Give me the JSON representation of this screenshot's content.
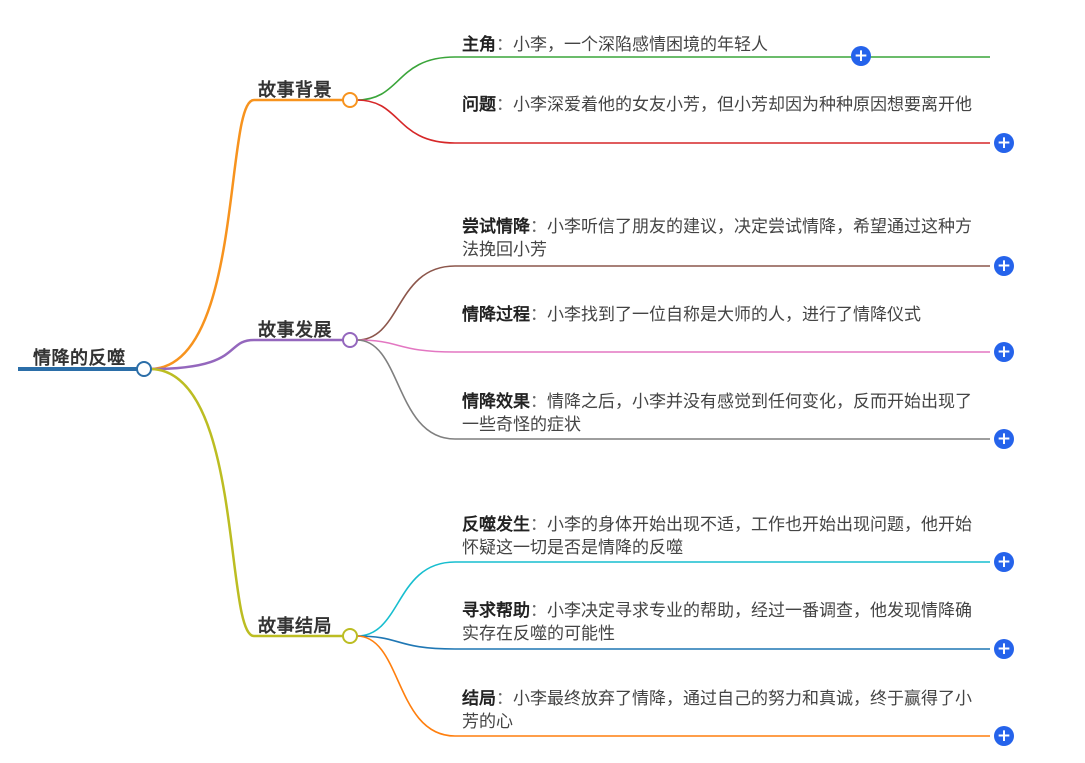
{
  "root": {
    "label": "情降的反噬"
  },
  "branches": [
    {
      "label": "故事背景",
      "color": "#f7931e",
      "leaves": [
        {
          "title": "主角",
          "text": "小李，一个深陷感情困境的年轻人",
          "color": "#3aa53a"
        },
        {
          "title": "问题",
          "text": "小李深爱着他的女友小芳，但小芳却因为种种原因想要离开他",
          "color": "#d62728"
        }
      ]
    },
    {
      "label": "故事发展",
      "color": "#9467bd",
      "leaves": [
        {
          "title": "尝试情降",
          "text": "小李听信了朋友的建议，决定尝试情降，希望通过这种方法挽回小芳",
          "color": "#8c564b"
        },
        {
          "title": "情降过程",
          "text": "小李找到了一位自称是大师的人，进行了情降仪式",
          "color": "#e377c2"
        },
        {
          "title": "情降效果",
          "text": "情降之后，小李并没有感觉到任何变化，反而开始出现了一些奇怪的症状",
          "color": "#7f7f7f"
        }
      ]
    },
    {
      "label": "故事结局",
      "color": "#bcbd22",
      "leaves": [
        {
          "title": "反噬发生",
          "text": "小李的身体开始出现不适，工作也开始出现问题，他开始怀疑这一切是否是情降的反噬",
          "color": "#17becf"
        },
        {
          "title": "寻求帮助",
          "text": "小李决定寻求专业的帮助，经过一番调查，他发现情降确实存在反噬的可能性",
          "color": "#1f77b4"
        },
        {
          "title": "结局",
          "text": "小李最终放弃了情降，通过自己的努力和真诚，终于赢得了小芳的心",
          "color": "#ff7f0e"
        }
      ]
    }
  ],
  "colors": {
    "root_line": "#2b6ea8",
    "expand_button": "#2563eb"
  },
  "labels": {
    "separator": "：",
    "expand_glyph": "+"
  },
  "icons": {
    "expand": "plus-circle-icon"
  }
}
